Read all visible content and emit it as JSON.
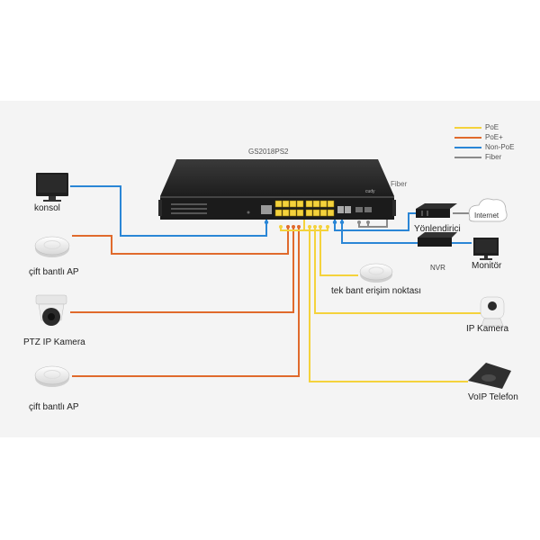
{
  "switch_model": "GS2018PS2",
  "switch_brand": "cudy",
  "colors": {
    "poe": "#f4d23c",
    "poe_plus": "#e06a2c",
    "non_poe": "#2a86d6",
    "fiber": "#8a8a8a"
  },
  "legend": [
    {
      "label": "PoE",
      "color": "#f4d23c"
    },
    {
      "label": "PoE+",
      "color": "#e06a2c"
    },
    {
      "label": "Non-PoE",
      "color": "#2a86d6"
    },
    {
      "label": "Fiber",
      "color": "#8a8a8a"
    }
  ],
  "devices": {
    "console": "konsol",
    "ap_dual_1": "çift bantlı AP",
    "ptz_camera": "PTZ IP Kamera",
    "ap_dual_2": "çift bantlı AP",
    "ap_single": "tek bant erişim noktası",
    "ip_camera": "IP Kamera",
    "voip_phone": "VoIP Telefon",
    "router": "Yönlendirici",
    "internet": "Internet",
    "nvr": "NVR",
    "monitor": "Monitör",
    "fiber_label": "Fiber"
  }
}
